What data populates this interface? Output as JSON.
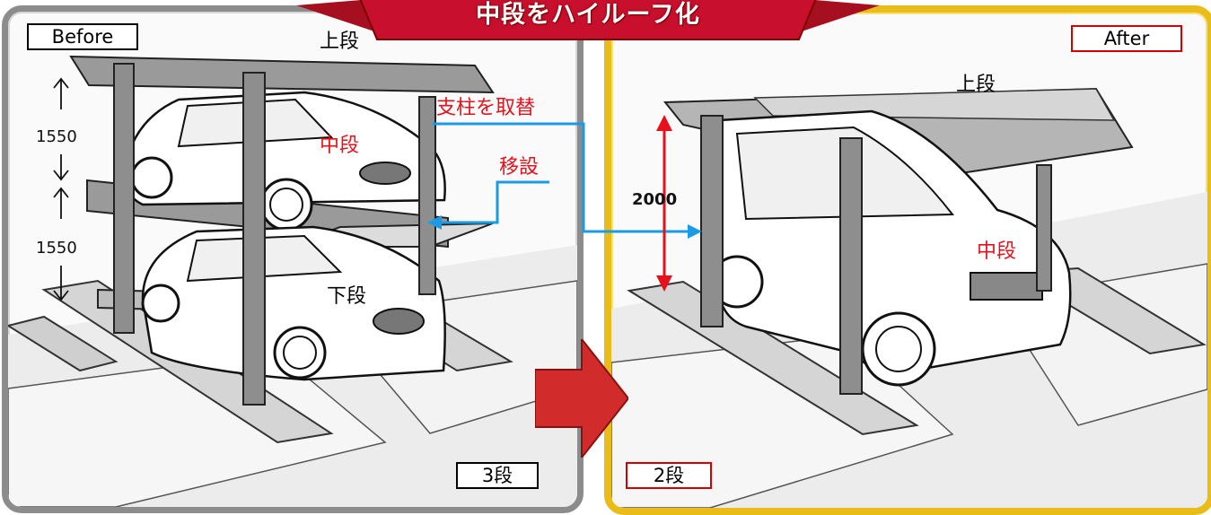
{
  "title": "中段をハイルーフ化",
  "before": {
    "label": "Before",
    "tiers": {
      "upper": "上段",
      "middle": "中段",
      "lower": "下段"
    },
    "height_top": "1550",
    "height_bottom": "1550",
    "level_count": "3段",
    "note_pillar": "支柱を取替",
    "note_move": "移設"
  },
  "after": {
    "label": "After",
    "tiers": {
      "upper": "上段",
      "middle": "中段"
    },
    "height": "2000",
    "level_count": "2段"
  },
  "colors": {
    "title_red": "#c8102e",
    "annotation_red": "#e8101a",
    "leader_blue": "#1a9be6",
    "before_frame": "#8c8c8c",
    "after_frame": "#e9bc1a"
  }
}
